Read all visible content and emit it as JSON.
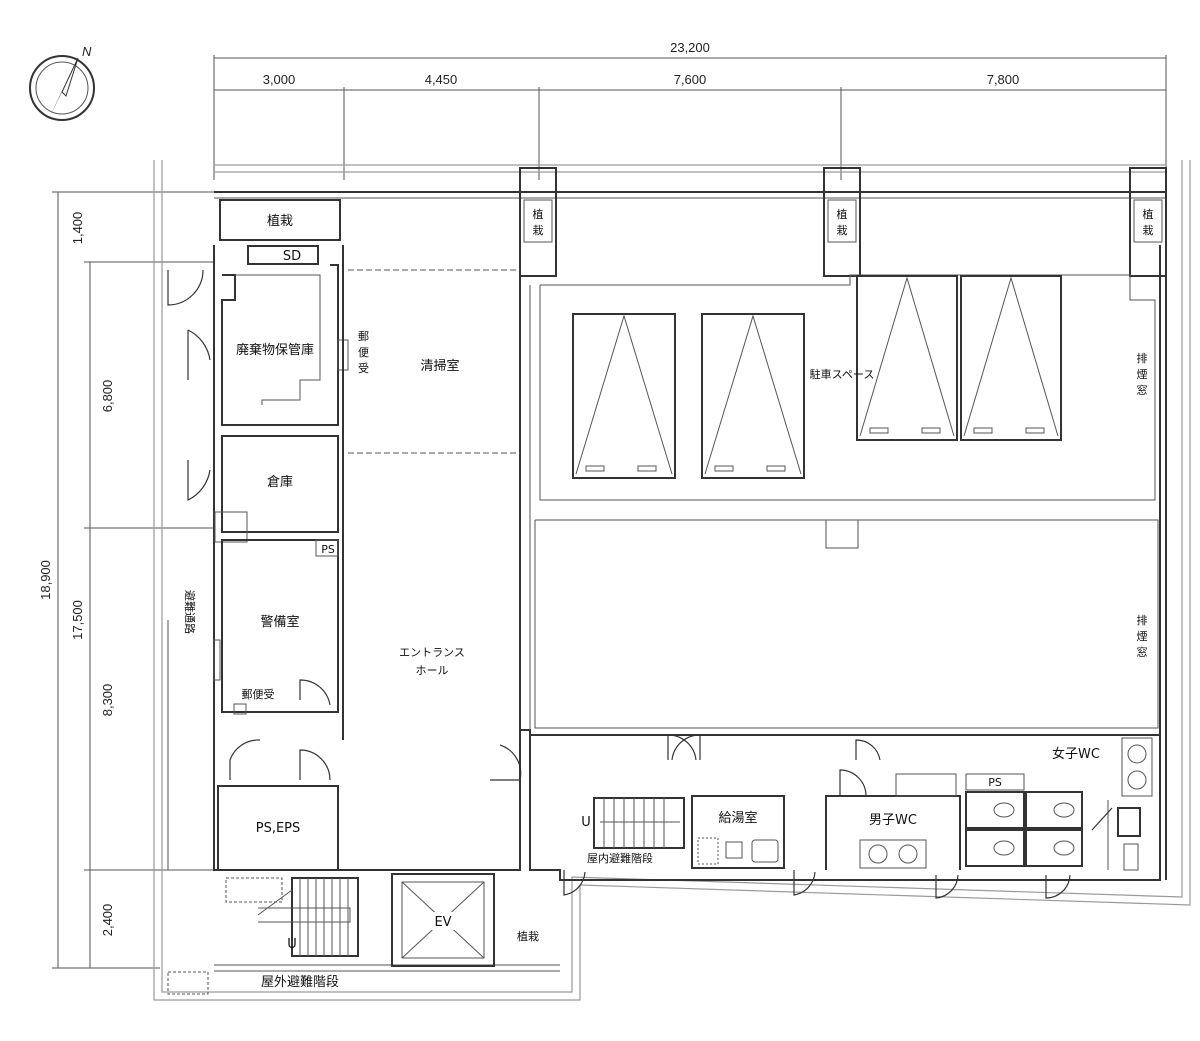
{
  "dimensions": {
    "total_width": "23,200",
    "bay1": "3,000",
    "bay2": "4,450",
    "bay3": "7,600",
    "bay4": "7,800",
    "total_depth": "18,900",
    "depth_inner": "17,500",
    "row1": "1,400",
    "row2": "6,800",
    "row3": "8,300",
    "row4": "2,400"
  },
  "rooms": {
    "planting": "植栽",
    "sd": "SD",
    "waste_storage": "廃棄物保管庫",
    "mailbox": "郵便受",
    "cleaning_room": "清掃室",
    "warehouse": "倉庫",
    "ps": "PS",
    "security_room": "警備室",
    "evac_path": "避難通路",
    "entrance_hall_1": "エントランス",
    "entrance_hall_2": "ホール",
    "parking": "駐車スペース",
    "smoke_vent": "排煙窓",
    "ps_eps": "PS,EPS",
    "indoor_stairs": "屋内避難階段",
    "up_mark": "U",
    "kitchenette": "給湯室",
    "mens_wc": "男子WC",
    "womens_wc": "女子WC",
    "ev": "EV",
    "outdoor_stairs": "屋外避難階段",
    "north": "N"
  }
}
